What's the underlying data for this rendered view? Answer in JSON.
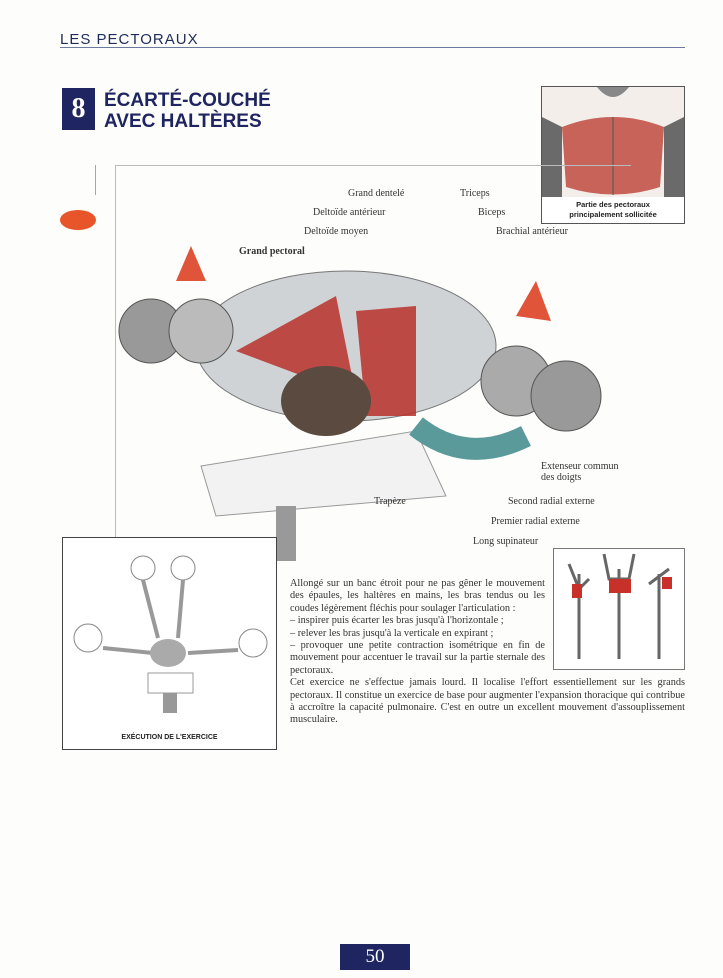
{
  "header": {
    "section": "LES PECTORAUX"
  },
  "exercise": {
    "number": "8",
    "title_line1": "ÉCARTÉ-COUCHÉ",
    "title_line2": "AVEC HALTÈRES"
  },
  "inset": {
    "caption_line1": "Partie des pectoraux",
    "caption_line2": "principalement sollicitée"
  },
  "labels": {
    "grand_dentele": "Grand dentelé",
    "triceps": "Triceps",
    "deltoide_anterieur": "Deltoïde antérieur",
    "biceps": "Biceps",
    "deltoide_moyen": "Deltoïde moyen",
    "brachial_anterieur": "Brachial antérieur",
    "grand_pectoral": "Grand pectoral",
    "extenseur_line1": "Extenseur commun",
    "extenseur_line2": "des doigts",
    "trapeze": "Trapèze",
    "second_radial": "Second radial externe",
    "premier_radial": "Premier radial externe",
    "long_supinateur": "Long supinateur"
  },
  "execution": {
    "caption": "EXÉCUTION DE L'EXERCICE"
  },
  "text": {
    "p1": "Allongé sur un banc étroit pour ne pas gêner le mouvement des épaules, les haltères en mains, les bras tendus ou les coudes légèrement fléchis pour soulager l'articulation :",
    "s1": "– inspirer puis écarter les bras jusqu'à l'horizontale ;",
    "s2": "– relever les bras jusqu'à la verticale en expirant ;",
    "s3": "– provoquer une petite contraction isométrique en fin de mouvement pour accentuer le travail sur la partie sternale des pectoraux.",
    "p2": "Cet exercice ne s'effectue jamais lourd. Il localise l'effort essentiellement sur les grands pectoraux. Il constitue un exercice de base pour augmenter l'expansion thoracique qui contribue à accroître la capacité pulmonaire. C'est en outre un excellent mouvement d'assouplissement musculaire."
  },
  "footer": {
    "page_number": "50"
  },
  "colors": {
    "navy": "#1f2560",
    "muscle_red": "#b8302a",
    "arrow": "#e0553a"
  }
}
